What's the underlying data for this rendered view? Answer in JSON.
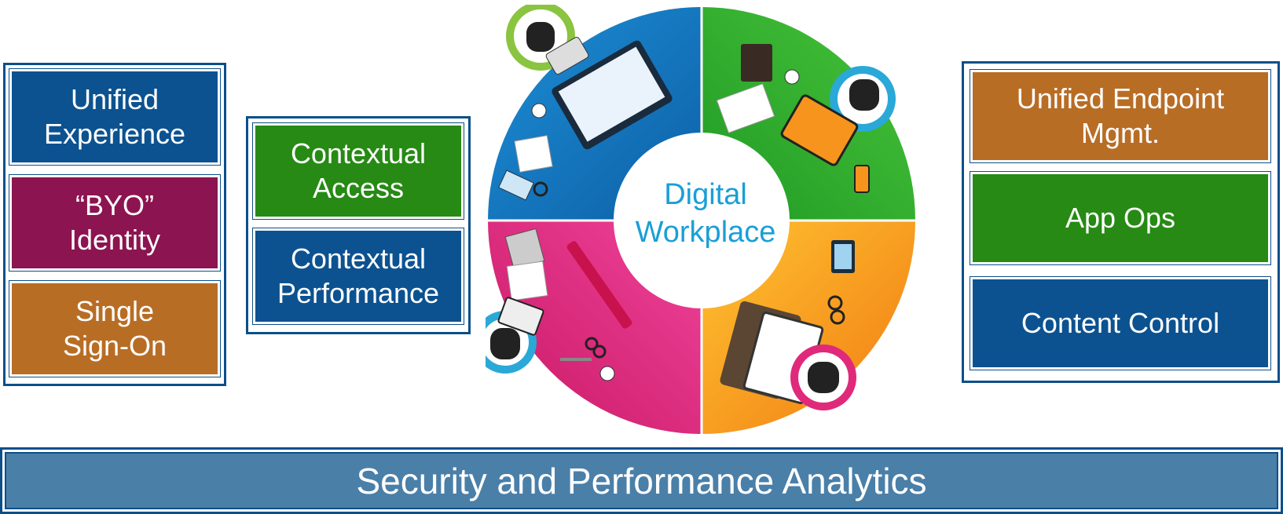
{
  "left_group": {
    "tiles": [
      {
        "label": "Unified\nExperience",
        "color": "#0c5290"
      },
      {
        "label": "“BYO”\nIdentity",
        "color": "#8c1450"
      },
      {
        "label": "Single\nSign-On",
        "color": "#b86d25"
      }
    ]
  },
  "middle_group": {
    "tiles": [
      {
        "label": "Contextual\nAccess",
        "color": "#268a14"
      },
      {
        "label": "Contextual\nPerformance",
        "color": "#0c5290"
      }
    ]
  },
  "center": {
    "title": "Digital\nWorkplace",
    "quadrant_colors": [
      "#1a7fc4",
      "#3bb92e",
      "#f59a1f",
      "#e0297a"
    ]
  },
  "right_group": {
    "tiles": [
      {
        "label": "Unified Endpoint\nMgmt.",
        "color": "#b86d25"
      },
      {
        "label": "App Ops",
        "color": "#268a14"
      },
      {
        "label": "Content Control",
        "color": "#0c5290"
      }
    ]
  },
  "banner": {
    "label": "Security and Performance Analytics"
  }
}
